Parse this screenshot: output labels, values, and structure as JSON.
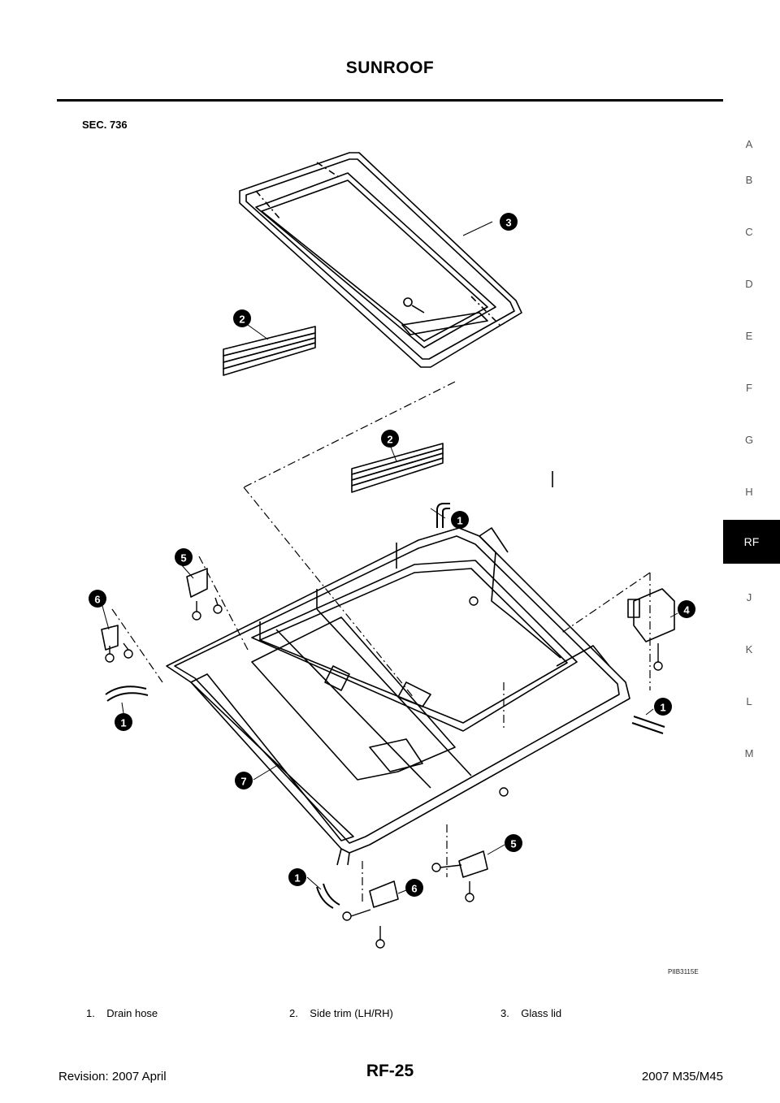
{
  "header": {
    "title": "SUNROOF",
    "section_code": "SEC. 736"
  },
  "side_tabs": [
    "A",
    "B",
    "C",
    "D",
    "E",
    "F",
    "G",
    "H",
    "RF",
    "J",
    "K",
    "L",
    "M"
  ],
  "active_tab": "RF",
  "diagram": {
    "image_code": "PIIB3115E",
    "callouts": [
      "3",
      "2",
      "2",
      "1",
      "5",
      "6",
      "4",
      "1",
      "1",
      "7",
      "5",
      "1",
      "6"
    ]
  },
  "legend": [
    {
      "num": "1.",
      "label": "Drain hose"
    },
    {
      "num": "2.",
      "label": "Side trim (LH/RH)"
    },
    {
      "num": "3.",
      "label": "Glass lid"
    }
  ],
  "footer": {
    "revision": "Revision: 2007 April",
    "page": "RF-25",
    "model": "2007 M35/M45"
  }
}
